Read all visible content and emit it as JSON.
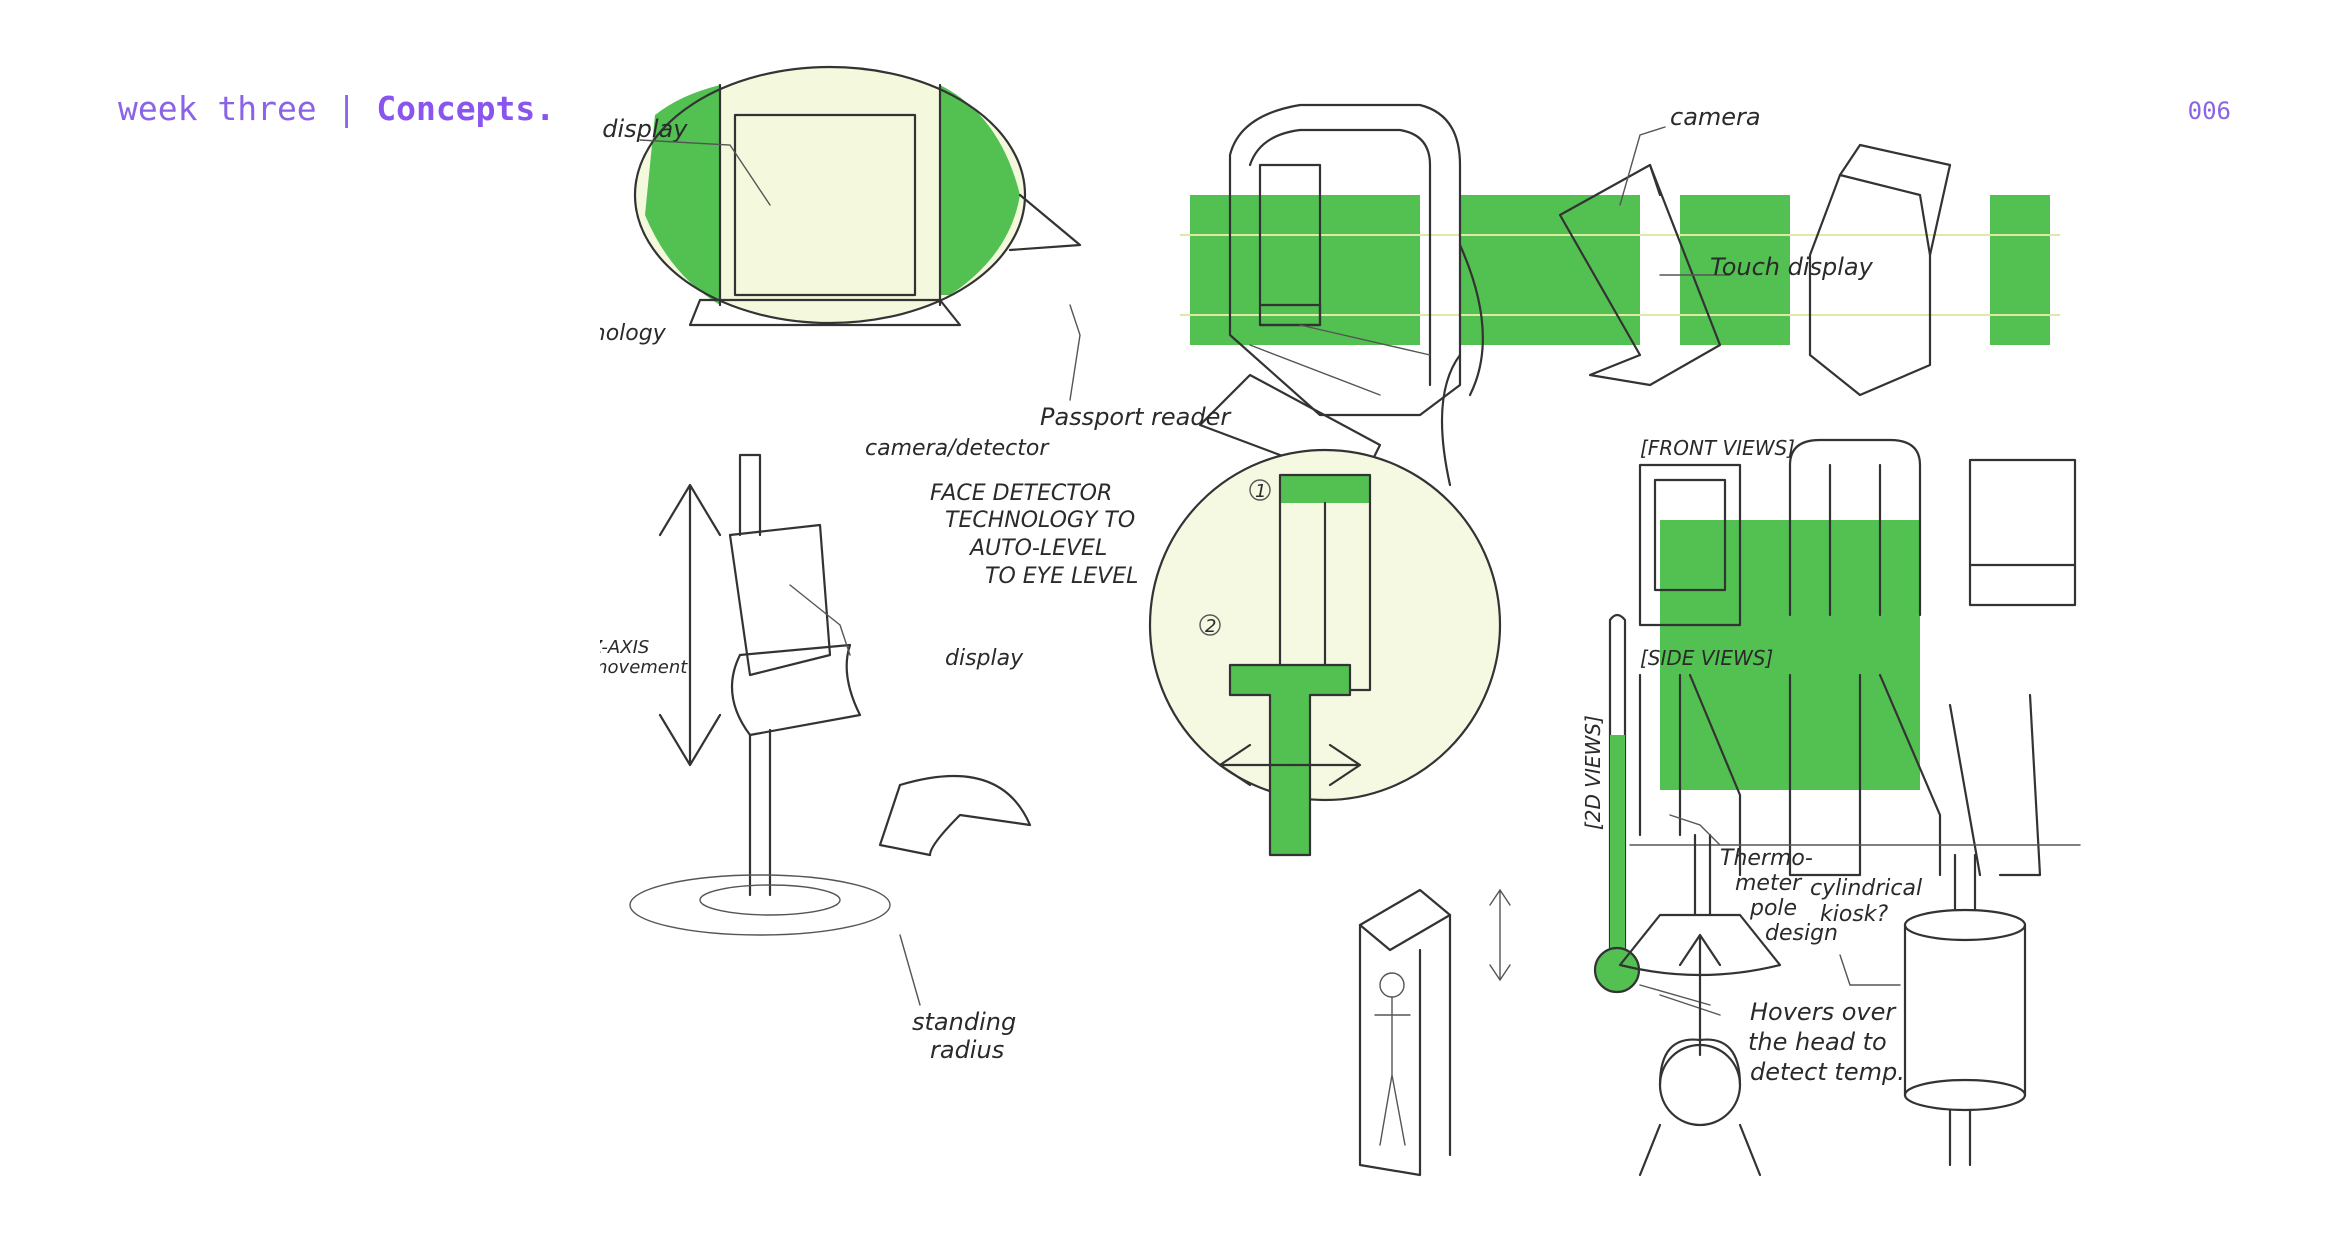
{
  "header": {
    "week_label": "week three",
    "separator": "|",
    "title": "Concepts."
  },
  "page_number": "006",
  "colors": {
    "accent": "#8a55ee",
    "sketch_green": "#52c152",
    "sketch_highlight": "#e4efb0"
  },
  "sketch_labels": {
    "digital_display": "digital display",
    "nfc_technology": "NFC Technology",
    "passport_reader": "Passport reader",
    "camera": "camera",
    "touch_display": "Touch display",
    "camera_detector": "camera/detector",
    "face_detector_1": "FACE DETECTOR",
    "face_detector_2": "TECHNOLOGY TO",
    "face_detector_3": "AUTO-LEVEL",
    "face_detector_4": "TO EYE LEVEL",
    "z_axis_1": "Z-AXIS",
    "z_axis_2": "movement",
    "display": "display",
    "thermometer_1": "Thermo-",
    "thermometer_2": "meter",
    "thermometer_3": "pole",
    "thermometer_4": "design",
    "standing_1": "standing",
    "standing_2": "radius",
    "front_views": "[FRONT VIEWS]",
    "side_views": "[SIDE VIEWS]",
    "views_2d": "[2D VIEWS]",
    "cylindrical_1": "cylindrical",
    "cylindrical_2": "kiosk?",
    "hovers_1": "Hovers over",
    "hovers_2": "the head to",
    "hovers_3": "detect temp.",
    "step_1": "1",
    "step_2": "2"
  }
}
